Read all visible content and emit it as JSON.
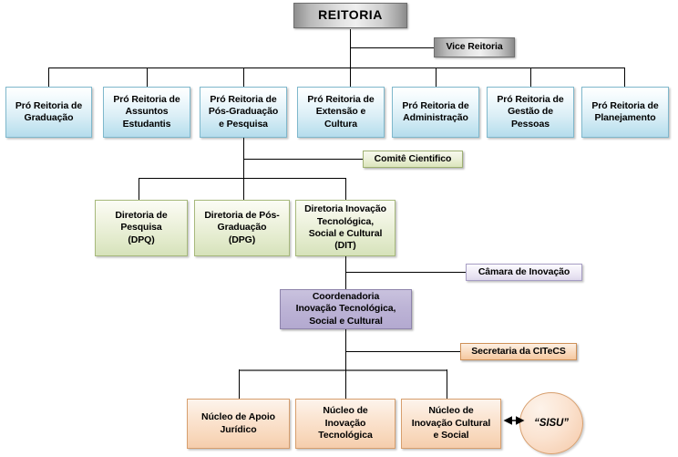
{
  "diagram": {
    "title": "Organograma Reitoria",
    "background": "#ffffff",
    "colors": {
      "root_gray": "#b9b9b9",
      "pro_reitoria_blue": "#bfe2ef",
      "diretoria_green": "#e3ebcd",
      "comite_green": "#e2eac6",
      "camara_purple": "#e8e3f2",
      "coordenadoria_purple": "#bdb4d6",
      "secretaria_orange": "#f7d0ad",
      "nucleo_orange": "#f8d8bc",
      "sisu_orange": "#f7d2b6",
      "line": "#000000"
    }
  },
  "nodes": {
    "root": {
      "label": "REITORIA"
    },
    "vice": {
      "label": "Vice Reitoria"
    },
    "pro_reitorias": [
      {
        "label": "Pró Reitoria de\nGraduação",
        "lines": [
          "Pró Reitoria de",
          "Graduação"
        ]
      },
      {
        "label": "Pró Reitoria de\nAssuntos\nEstudantis",
        "lines": [
          "Pró Reitoria de",
          "Assuntos",
          "Estudantis"
        ]
      },
      {
        "label": "Pró Reitoria de\nPós-Graduação\ne Pesquisa",
        "lines": [
          "Pró Reitoria de",
          "Pós-Graduação",
          "e Pesquisa"
        ]
      },
      {
        "label": "Pró Reitoria de\nExtensão e\nCultura",
        "lines": [
          "Pró Reitoria de",
          "Extensão e",
          "Cultura"
        ]
      },
      {
        "label": "Pró Reitoria de\nAdministração",
        "lines": [
          "Pró Reitoria de",
          "Administração"
        ]
      },
      {
        "label": "Pró Reitoria de\nGestão de\nPessoas",
        "lines": [
          "Pró Reitoria de",
          "Gestão de",
          "Pessoas"
        ]
      },
      {
        "label": "Pró Reitoria de\nPlanejamento",
        "lines": [
          "Pró Reitoria de",
          "Planejamento"
        ]
      }
    ],
    "comite": {
      "label": "Comitê Cientifico"
    },
    "diretorias": [
      {
        "label": "Diretoria de\nPesquisa\n(DPQ)",
        "lines": [
          "Diretoria de",
          "Pesquisa",
          "(DPQ)"
        ]
      },
      {
        "label": "Diretoria de Pós-\nGraduação\n(DPG)",
        "lines": [
          "Diretoria de Pós-",
          "Graduação",
          "(DPG)"
        ]
      },
      {
        "label": "Diretoria Inovação\nTecnológica,\nSocial e Cultural\n(DIT)",
        "lines": [
          "Diretoria Inovação",
          "Tecnológica,",
          "Social e Cultural",
          "(DIT)"
        ]
      }
    ],
    "camara": {
      "label": "Câmara de Inovação"
    },
    "coordenadoria": {
      "label": "Coordenadoria\nInovação Tecnológica,\nSocial e Cultural",
      "lines": [
        "Coordenadoria",
        "Inovação Tecnológica,",
        "Social e Cultural"
      ]
    },
    "secretaria": {
      "label": "Secretaria da CITeCS"
    },
    "nucleos": [
      {
        "label": "Núcleo de Apoio\nJurídico",
        "lines": [
          "Núcleo de Apoio",
          "Jurídico"
        ]
      },
      {
        "label": "Núcleo de\nInovação\nTecnológica",
        "lines": [
          "Núcleo de",
          "Inovação",
          "Tecnológica"
        ]
      },
      {
        "label": "Núcleo de\nInovação Cultural\ne Social",
        "lines": [
          "Núcleo de",
          "Inovação Cultural",
          "e Social"
        ]
      }
    ],
    "sisu": {
      "label": "“SISU”"
    }
  }
}
